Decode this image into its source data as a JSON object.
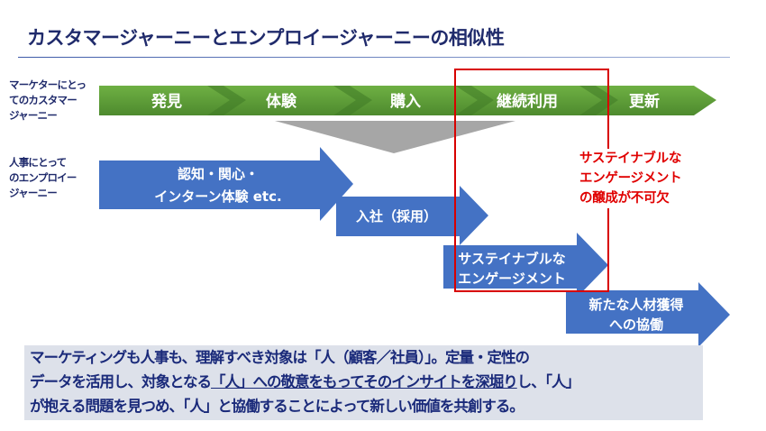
{
  "title": "カスタマージャーニーとエンプロイージャーニーの相似性",
  "labels": {
    "marketer": [
      "マーケターにとっ",
      "てのカスタマー",
      "ジャーニー"
    ],
    "hr": [
      "人事にとって",
      "のエンプロイー",
      "ジャーニー"
    ]
  },
  "customer_journey": [
    "発見",
    "体験",
    "購入",
    "継続利用",
    "更新"
  ],
  "employee_journey": {
    "awareness": [
      "認知・関心・",
      "インターン体験 etc."
    ],
    "hiring": "入社（採用）",
    "engagement": [
      "サステイナブルな",
      "エンゲージメント"
    ],
    "collaboration": [
      "新たな人材獲得",
      "への協働"
    ]
  },
  "callout": [
    "サステイナブルな",
    "エンゲージメント",
    "の醸成が不可欠"
  ],
  "summary": {
    "line1": "マーケティングも人事も、理解すべき対象は「人（顧客／社員）」。定量・定性の",
    "line2_a": "データを活用し、対象となる",
    "line2_u": "「人」への敬意をもってそのインサイトを深堀り",
    "line2_b": "し、「人」",
    "line3": "が抱える問題を見つめ、「人」と協働することによって新しい価値を共創する。"
  },
  "colors": {
    "green": "#5fa03c",
    "blue": "#4472c4",
    "red": "#e00000",
    "navy": "#1f2a6b"
  }
}
